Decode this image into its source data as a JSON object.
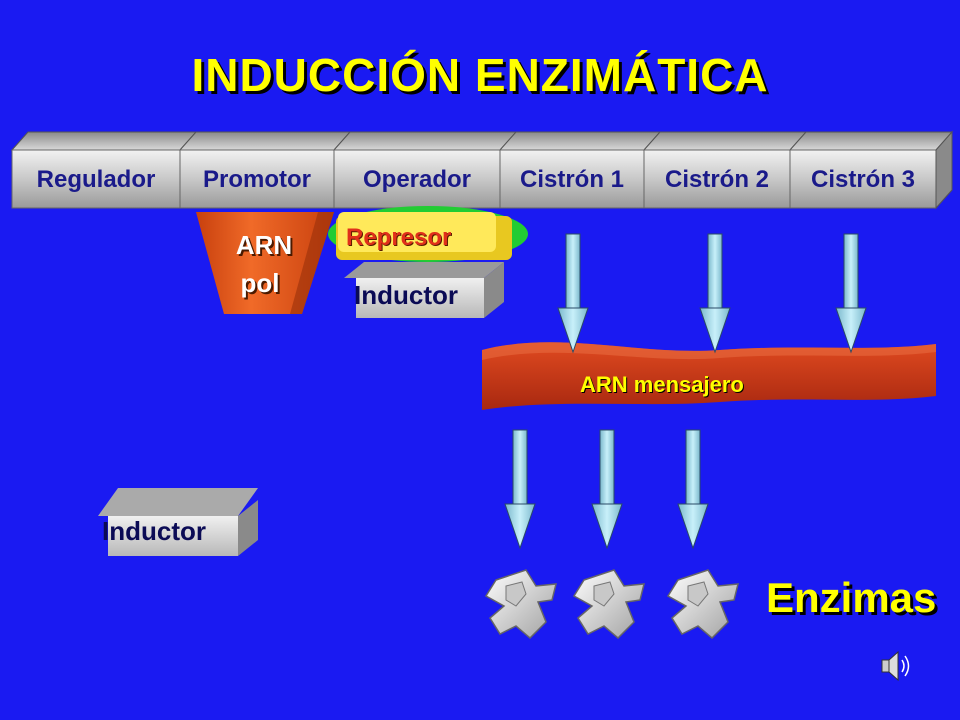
{
  "title": "INDUCCIÓN ENZIMÁTICA",
  "genes": [
    "Regulador",
    "Promotor",
    "Operador",
    "Cistrón 1",
    "Cistrón 2",
    "Cistrón 3"
  ],
  "arn_pol": [
    "ARN",
    "pol"
  ],
  "represor": "Represor",
  "inductor_bound": "Inductor",
  "inductor_free": "Inductor",
  "mrna": "ARN mensajero",
  "enzimas": "Enzimas",
  "colors": {
    "background": "#1a1af2",
    "title": "#ffff00",
    "gene_bar": "#c8c8c8",
    "arn_pol": "#e8561a",
    "represor": "#ffe34a",
    "represor_halo": "#22cc33",
    "mrna": "#c83214",
    "arrow": "#aee0ee"
  },
  "icons": [
    "speaker-icon"
  ]
}
